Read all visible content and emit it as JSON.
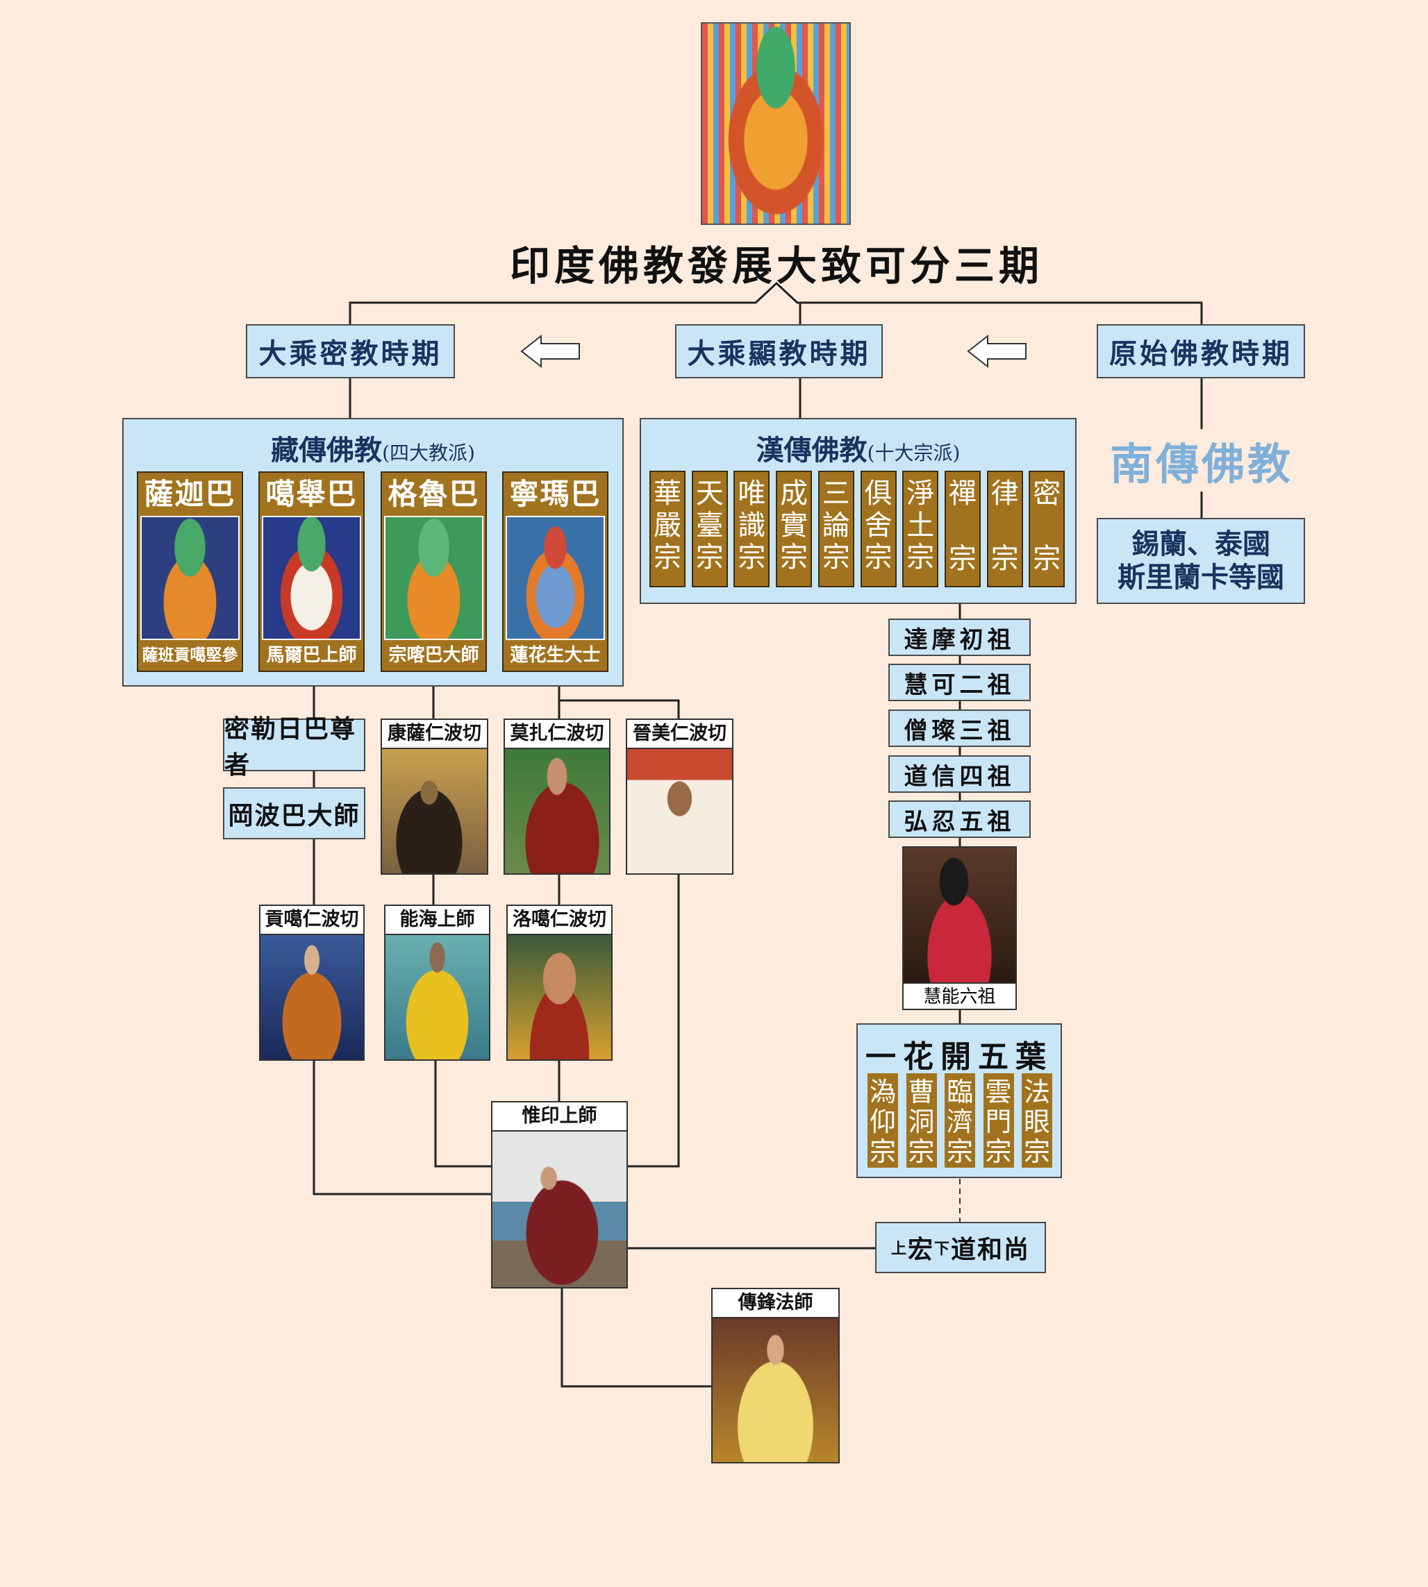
{
  "title": "印度佛教發展大致可分三期",
  "periods": [
    {
      "label": "大乘密教時期"
    },
    {
      "label": "大乘顯教時期"
    },
    {
      "label": "原始佛教時期"
    }
  ],
  "tibetan": {
    "title": "藏傳佛教",
    "subtitle": "(四大教派)",
    "schools": [
      {
        "name": "薩迦巴",
        "founder": "薩班貢噶堅參"
      },
      {
        "name": "噶舉巴",
        "founder": "馬爾巴上師"
      },
      {
        "name": "格魯巴",
        "founder": "宗喀巴大師"
      },
      {
        "name": "寧瑪巴",
        "founder": "蓮花生大士"
      }
    ]
  },
  "han": {
    "title": "漢傳佛教",
    "subtitle": "(十大宗派)",
    "schools": [
      [
        "華",
        "嚴",
        "宗"
      ],
      [
        "天",
        "臺",
        "宗"
      ],
      [
        "唯",
        "識",
        "宗"
      ],
      [
        "成",
        "實",
        "宗"
      ],
      [
        "三",
        "論",
        "宗"
      ],
      [
        "俱",
        "舍",
        "宗"
      ],
      [
        "淨",
        "土",
        "宗"
      ],
      [
        "禪",
        "",
        "宗"
      ],
      [
        "律",
        "",
        "宗"
      ],
      [
        "密",
        "",
        "宗"
      ]
    ]
  },
  "southern": {
    "title": "南傳佛教",
    "regions_line1": "錫蘭、泰國",
    "regions_line2": "斯里蘭卡等國"
  },
  "patriarchs": [
    "達摩初祖",
    "慧可二祖",
    "僧璨三祖",
    "道信四祖",
    "弘忍五祖"
  ],
  "sixth_patriarch": "慧能六祖",
  "five_leaves": {
    "title": "一花開五葉",
    "schools": [
      [
        "溈",
        "仰",
        "宗"
      ],
      [
        "曹",
        "洞",
        "宗"
      ],
      [
        "臨",
        "濟",
        "宗"
      ],
      [
        "雲",
        "門",
        "宗"
      ],
      [
        "法",
        "眼",
        "宗"
      ]
    ]
  },
  "hongdao": {
    "pre1": "上",
    "name1": "宏",
    "pre2": "下",
    "name2": "道和尚"
  },
  "kagyu_lineage": [
    "密勒日巴尊者",
    "岡波巴大師"
  ],
  "masters": {
    "kangsa": "康薩仁波切",
    "mozha": "莫扎仁波切",
    "jinmei": "晉美仁波切",
    "gongga": "貢噶仁波切",
    "nenghai": "能海上師",
    "luoga": "洛噶仁波切",
    "weiyin": "惟印上師",
    "chuanfeng": "傳鋒法師"
  },
  "colors": {
    "background": "#fdebdd",
    "box": "#c9e6f7",
    "gold": "#a2731e",
    "navy": "#17345f",
    "southern": "#7fb0da"
  }
}
